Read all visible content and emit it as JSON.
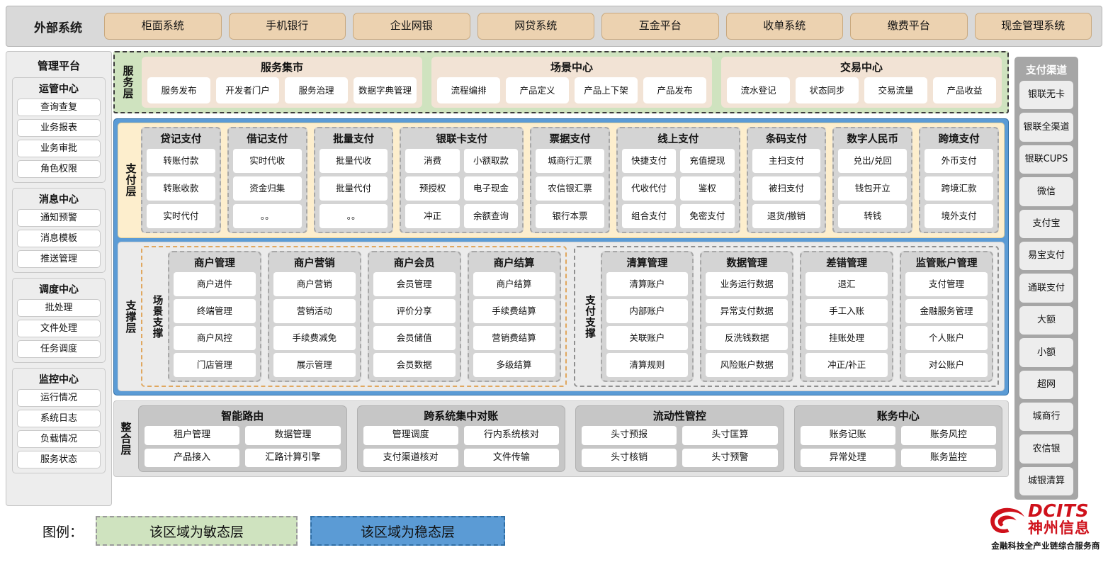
{
  "external_systems": {
    "title": "外部系统",
    "items": [
      "柜面系统",
      "手机银行",
      "企业网银",
      "网贷系统",
      "互金平台",
      "收单系统",
      "缴费平台",
      "现金管理系统"
    ]
  },
  "management_platform": {
    "title": "管理平台",
    "groups": [
      {
        "title": "运管中心",
        "items": [
          "查询查复",
          "业务报表",
          "业务审批",
          "角色权限"
        ]
      },
      {
        "title": "消息中心",
        "items": [
          "通知预警",
          "消息模板",
          "推送管理"
        ]
      },
      {
        "title": "调度中心",
        "items": [
          "批处理",
          "文件处理",
          "任务调度"
        ]
      },
      {
        "title": "监控中心",
        "items": [
          "运行情况",
          "系统日志",
          "负载情况",
          "服务状态"
        ]
      }
    ]
  },
  "service_layer": {
    "label": "服务层",
    "groups": [
      {
        "title": "服务集市",
        "items": [
          "服务发布",
          "开发者门户",
          "服务治理",
          "数据字典管理"
        ]
      },
      {
        "title": "场景中心",
        "items": [
          "流程编排",
          "产品定义",
          "产品上下架",
          "产品发布"
        ]
      },
      {
        "title": "交易中心",
        "items": [
          "流水登记",
          "状态同步",
          "交易流量",
          "产品收益"
        ]
      }
    ]
  },
  "payment_layer": {
    "label": "支付层",
    "groups": [
      {
        "title": "贷记支付",
        "cols": 1,
        "rows": [
          [
            "转账付款"
          ],
          [
            "转账收款"
          ],
          [
            "实时代付"
          ]
        ]
      },
      {
        "title": "借记支付",
        "cols": 1,
        "rows": [
          [
            "实时代收"
          ],
          [
            "资金归集"
          ],
          [
            "。。"
          ]
        ]
      },
      {
        "title": "批量支付",
        "cols": 1,
        "rows": [
          [
            "批量代收"
          ],
          [
            "批量代付"
          ],
          [
            "。。"
          ]
        ]
      },
      {
        "title": "银联卡支付",
        "cols": 2,
        "rows": [
          [
            "消费",
            "小额取款"
          ],
          [
            "预授权",
            "电子现金"
          ],
          [
            "冲正",
            "余额查询"
          ]
        ]
      },
      {
        "title": "票据支付",
        "cols": 1,
        "rows": [
          [
            "城商行汇票"
          ],
          [
            "农信银汇票"
          ],
          [
            "银行本票"
          ]
        ]
      },
      {
        "title": "线上支付",
        "cols": 2,
        "rows": [
          [
            "快捷支付",
            "充值提现"
          ],
          [
            "代收代付",
            "鉴权"
          ],
          [
            "组合支付",
            "免密支付"
          ]
        ]
      },
      {
        "title": "条码支付",
        "cols": 1,
        "rows": [
          [
            "主扫支付"
          ],
          [
            "被扫支付"
          ],
          [
            "退货/撤销"
          ]
        ]
      },
      {
        "title": "数字人民币",
        "cols": 1,
        "rows": [
          [
            "兑出/兑回"
          ],
          [
            "钱包开立"
          ],
          [
            "转钱"
          ]
        ]
      },
      {
        "title": "跨境支付",
        "cols": 1,
        "rows": [
          [
            "外币支付"
          ],
          [
            "跨境汇款"
          ],
          [
            "境外支付"
          ]
        ]
      }
    ]
  },
  "support_layer": {
    "label": "支撑层",
    "zones": [
      {
        "label": "场景支撑",
        "groups": [
          {
            "title": "商户管理",
            "items": [
              "商户进件",
              "终端管理",
              "商户风控",
              "门店管理"
            ]
          },
          {
            "title": "商户营销",
            "items": [
              "商户营销",
              "营销活动",
              "手续费减免",
              "展示管理"
            ]
          },
          {
            "title": "商户会员",
            "items": [
              "会员管理",
              "评价分享",
              "会员储值",
              "会员数据"
            ]
          },
          {
            "title": "商户结算",
            "items": [
              "商户结算",
              "手续费结算",
              "营销费结算",
              "多级结算"
            ]
          }
        ]
      },
      {
        "label": "支付支撑",
        "groups": [
          {
            "title": "清算管理",
            "items": [
              "清算账户",
              "内部账户",
              "关联账户",
              "清算规则"
            ]
          },
          {
            "title": "数据管理",
            "items": [
              "业务运行数据",
              "异常支付数据",
              "反洗钱数据",
              "风险账户数据"
            ]
          },
          {
            "title": "差错管理",
            "items": [
              "退汇",
              "手工入账",
              "挂账处理",
              "冲正/补正"
            ]
          },
          {
            "title": "监管账户管理",
            "items": [
              "支付管理",
              "金融服务管理",
              "个人账户",
              "对公账户"
            ]
          }
        ]
      }
    ]
  },
  "integration_layer": {
    "label": "整合层",
    "groups": [
      {
        "title": "智能路由",
        "rows": [
          [
            "租户管理",
            "数据管理"
          ],
          [
            "产品接入",
            "汇路计算引擎"
          ]
        ]
      },
      {
        "title": "跨系统集中对账",
        "rows": [
          [
            "管理调度",
            "行内系统核对"
          ],
          [
            "支付渠道核对",
            "文件传输"
          ]
        ]
      },
      {
        "title": "流动性管控",
        "rows": [
          [
            "头寸预报",
            "头寸匡算"
          ],
          [
            "头寸核销",
            "头寸预警"
          ]
        ]
      },
      {
        "title": "账务中心",
        "rows": [
          [
            "账务记账",
            "账务风控"
          ],
          [
            "异常处理",
            "账务监控"
          ]
        ]
      }
    ]
  },
  "payment_channels": {
    "title": "支付渠道",
    "items": [
      "银联无卡",
      "银联全渠道",
      "银联CUPS",
      "微信",
      "支付宝",
      "易宝支付",
      "通联支付",
      "大额",
      "小额",
      "超网",
      "城商行",
      "农信银",
      "城银清算"
    ]
  },
  "legend": {
    "label": "图例：",
    "agile": "该区域为敏态层",
    "stable": "该区域为稳态层",
    "agile_color": "#cfe3bf",
    "stable_color": "#5b9bd5"
  },
  "logo": {
    "en": "DCITS",
    "cn": "神州信息",
    "tagline": "金融科技全产业链综合服务商",
    "color": "#cf111b"
  }
}
